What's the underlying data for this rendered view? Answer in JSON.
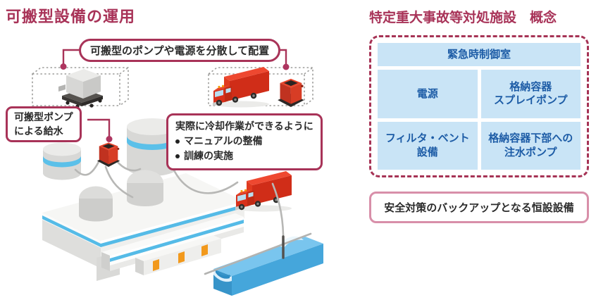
{
  "left": {
    "title": "可搬型設備の運用",
    "callout_distribute": "可搬型のポンプや電源を分散して配置",
    "callout_pump_supply": "可搬型ポンプ\nによる給水",
    "callout_training": {
      "heading": "実際に冷却作業ができるように",
      "items": [
        "マニュアルの整備",
        "訓練の実施"
      ]
    },
    "illustration_icons": [
      "generator-icon",
      "fire-truck-icon",
      "portable-pump-icon",
      "water-tank-icon",
      "reactor-building-icon",
      "containment-dome-icon",
      "water-channel-icon",
      "hose-icon"
    ]
  },
  "right": {
    "title": "特定重大事故等対処施設　概念",
    "facility_boxes": {
      "control_room": "緊急時制御室",
      "power": "電源",
      "spray_pump": "格納容器\nスプレイポンプ",
      "filter_vent": "フィルタ・ベント\n設備",
      "injection_pump": "格納容器下部への\n注水ポンプ"
    },
    "backup_note": "安全対策のバックアップとなる恒設設備"
  },
  "colors": {
    "accent": "#A83358",
    "facility_box_bg": "#C9E4F6",
    "facility_box_text": "#1D5CA6",
    "backup_border": "#D88FA9",
    "stripe_blue": "#55BBE7",
    "water_blue": "#4AA9DE",
    "truck_red": "#D02D18"
  }
}
